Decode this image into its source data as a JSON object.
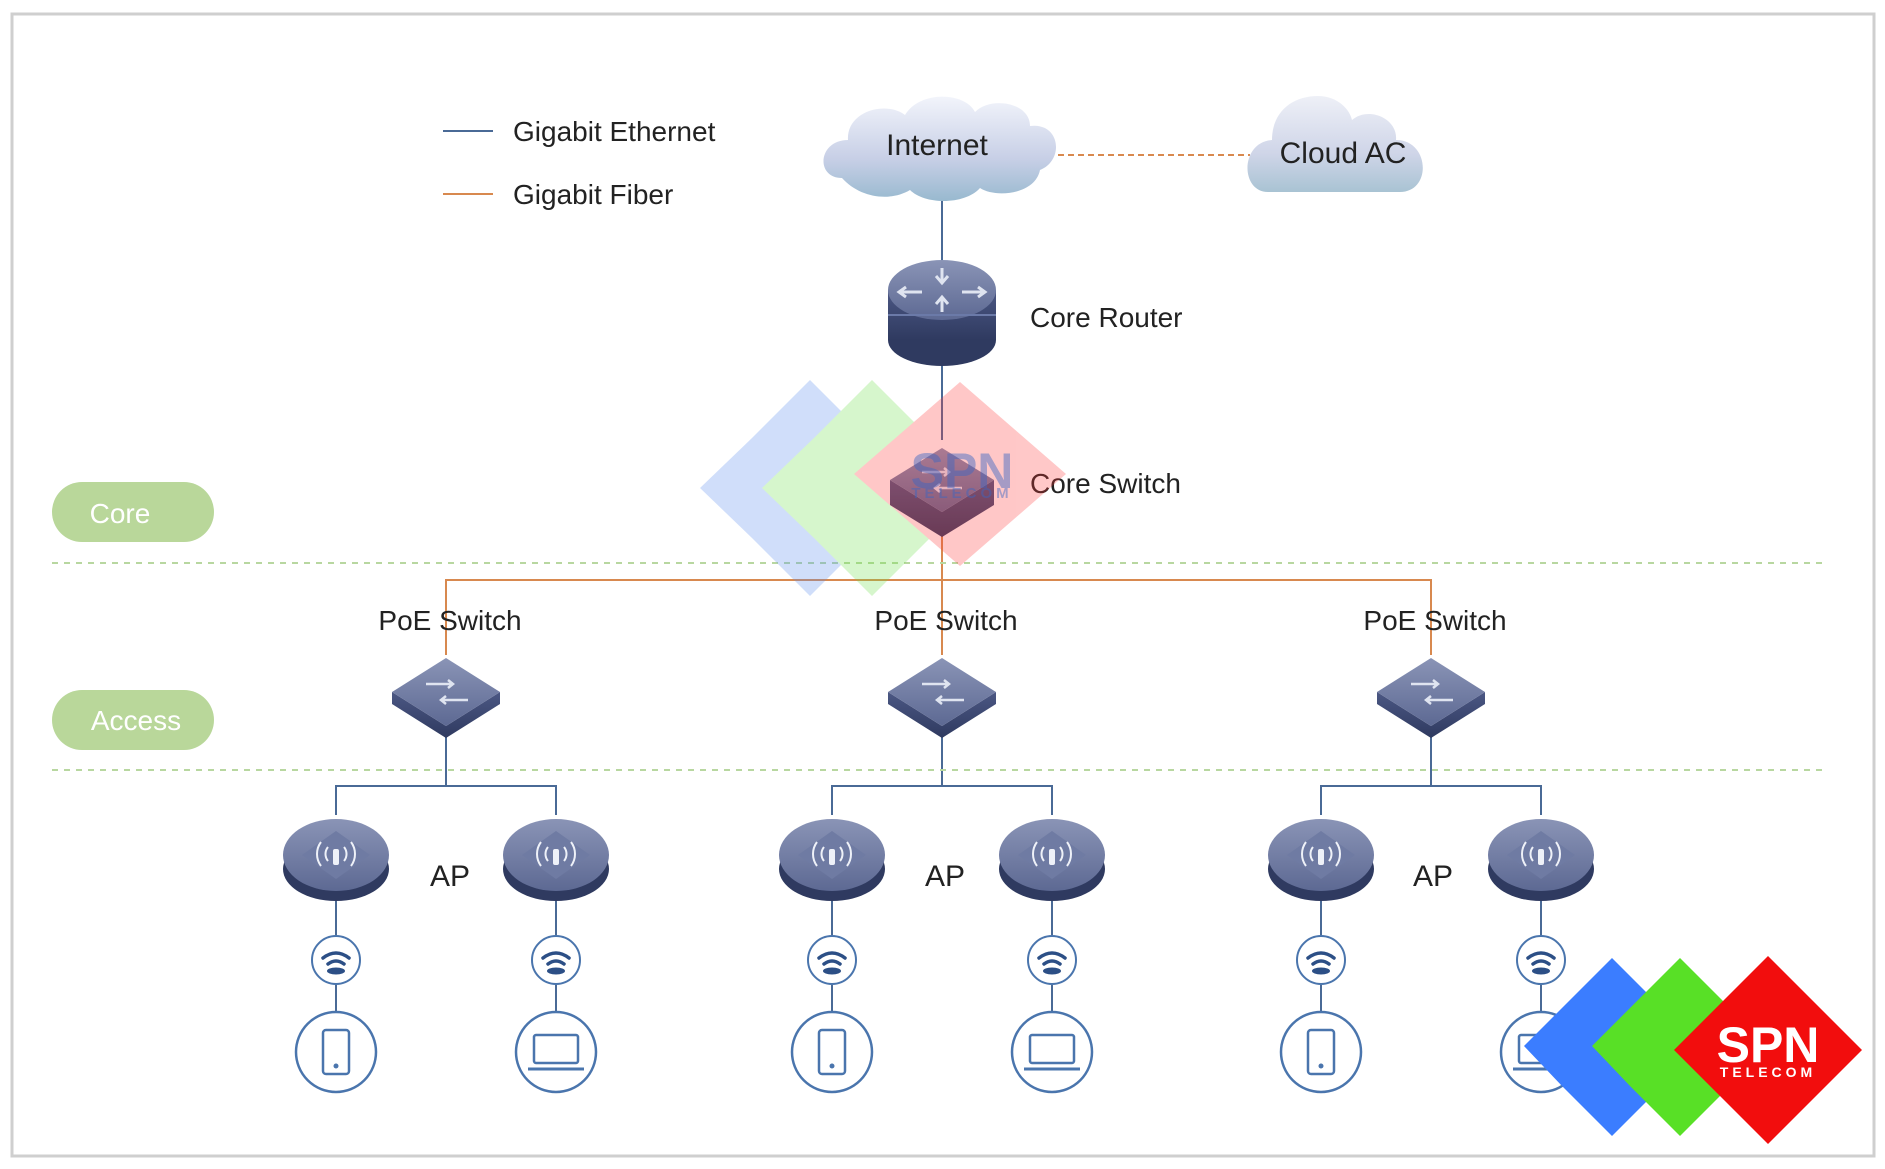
{
  "legend": {
    "ethernet_label": "Gigabit Ethernet",
    "fiber_label": "Gigabit Fiber"
  },
  "nodes": {
    "internet": "Internet",
    "cloud_ac": "Cloud AC",
    "core_router": "Core Router",
    "core_switch": "Core Switch",
    "poe_switch": "PoE Switch",
    "ap": "AP"
  },
  "layers": {
    "core": "Core",
    "access": "Access"
  },
  "watermark": {
    "name": "SPN",
    "sub": "TELECOM"
  },
  "colors": {
    "ethernet": "#4a6a96",
    "fiber": "#d8894f",
    "device": "#4b5a86",
    "layer_badge": "#b9d79a",
    "layer_divider": "#b8d7a0",
    "client_ring": "#4a75ad"
  }
}
